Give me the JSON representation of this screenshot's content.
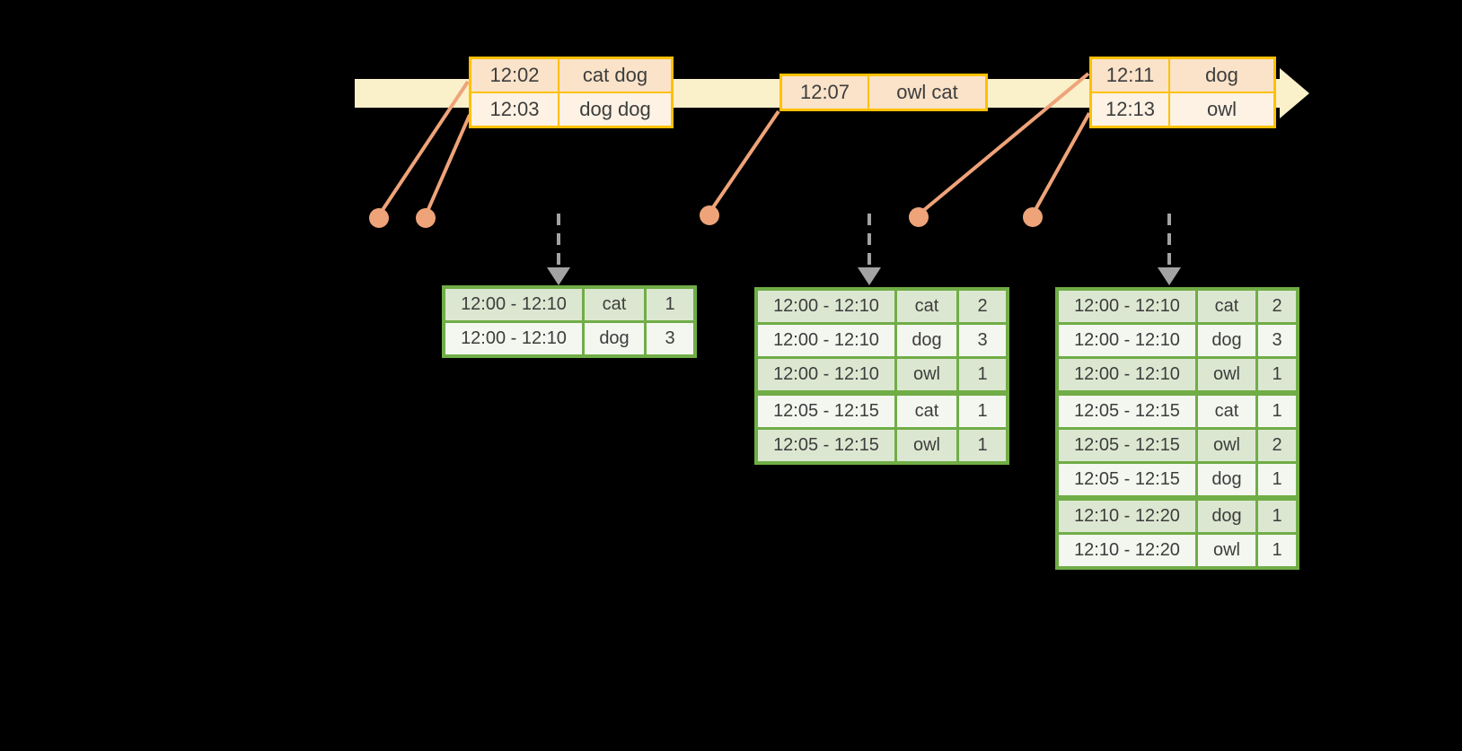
{
  "colors": {
    "background": "#000000",
    "timeline_band": "#FAF0C9",
    "event_border": "#FFC000",
    "event_row_dark": "#FAE3C9",
    "event_row_light": "#FDF2E4",
    "marker": "#EFA379",
    "trigger_arrow": "#A3A3A3",
    "result_border": "#70AD47",
    "result_row_shaded": "#DCE7D1",
    "result_row_light": "#F3F7F0",
    "text": "#3D3D3D"
  },
  "event_stream": {
    "batches": [
      {
        "rows": [
          {
            "time": "12:02",
            "words": "cat dog"
          },
          {
            "time": "12:03",
            "words": "dog dog"
          }
        ]
      },
      {
        "rows": [
          {
            "time": "12:07",
            "words": "owl cat"
          }
        ]
      },
      {
        "rows": [
          {
            "time": "12:11",
            "words": "dog"
          },
          {
            "time": "12:13",
            "words": "owl"
          }
        ]
      }
    ]
  },
  "result_tables": [
    {
      "rows": [
        {
          "window": "12:00 - 12:10",
          "word": "cat",
          "count": "1"
        },
        {
          "window": "12:00 - 12:10",
          "word": "dog",
          "count": "3"
        }
      ]
    },
    {
      "rows": [
        {
          "window": "12:00 - 12:10",
          "word": "cat",
          "count": "2"
        },
        {
          "window": "12:00 - 12:10",
          "word": "dog",
          "count": "3"
        },
        {
          "window": "12:00 - 12:10",
          "word": "owl",
          "count": "1"
        },
        {
          "window": "12:05 - 12:15",
          "word": "cat",
          "count": "1"
        },
        {
          "window": "12:05 - 12:15",
          "word": "owl",
          "count": "1"
        }
      ]
    },
    {
      "rows": [
        {
          "window": "12:00 - 12:10",
          "word": "cat",
          "count": "2"
        },
        {
          "window": "12:00 - 12:10",
          "word": "dog",
          "count": "3"
        },
        {
          "window": "12:00 - 12:10",
          "word": "owl",
          "count": "1"
        },
        {
          "window": "12:05 - 12:15",
          "word": "cat",
          "count": "1"
        },
        {
          "window": "12:05 - 12:15",
          "word": "owl",
          "count": "2"
        },
        {
          "window": "12:05 - 12:15",
          "word": "dog",
          "count": "1"
        },
        {
          "window": "12:10 - 12:20",
          "word": "dog",
          "count": "1"
        },
        {
          "window": "12:10 - 12:20",
          "word": "owl",
          "count": "1"
        }
      ]
    }
  ]
}
